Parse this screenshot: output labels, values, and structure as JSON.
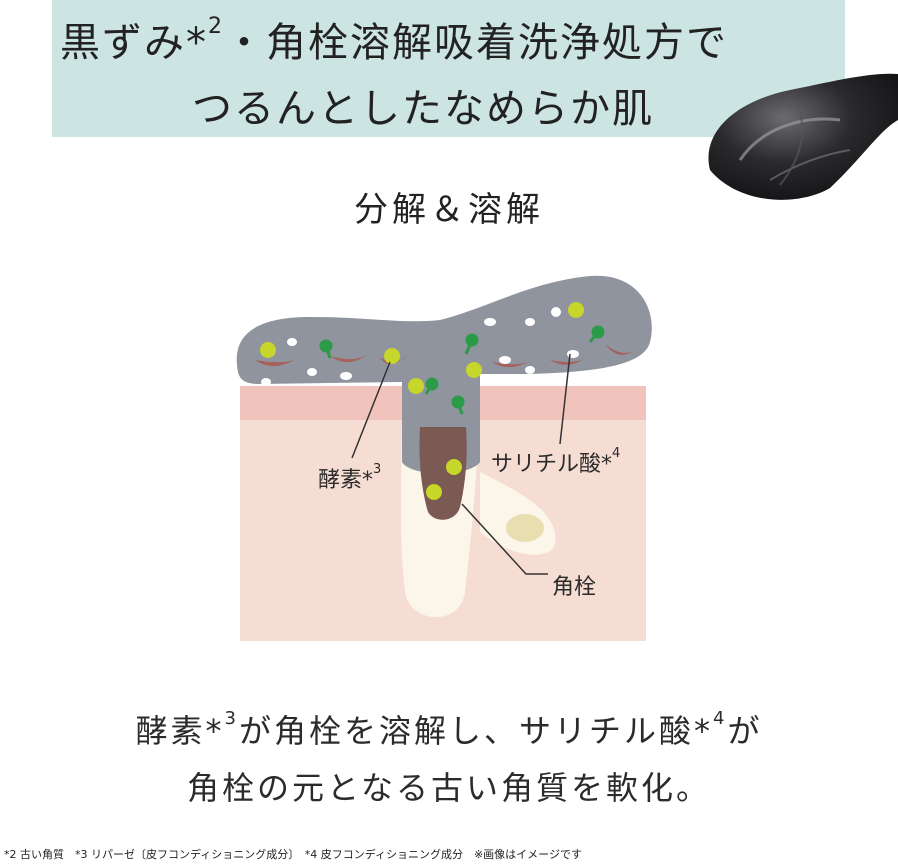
{
  "headline": {
    "line1_text": "黒ずみ",
    "line1_mark": "*",
    "line1_sup": "2",
    "line1_rest": "・角栓溶解吸着洗浄処方で",
    "line2": "つるんとしたなめらか肌"
  },
  "section_title": "分解＆溶解",
  "diagram_labels": {
    "enzyme": "酵素",
    "enzyme_mark": "*",
    "enzyme_sup": "3",
    "salicylic": "サリチル酸",
    "salicylic_mark": "*",
    "salicylic_sup": "4",
    "plug": "角栓"
  },
  "caption": {
    "line1_a": "酵素",
    "line1_a_mark": "*",
    "line1_a_sup": "3",
    "line1_b": "が角栓を溶解し、サリチル酸",
    "line1_b_mark": "*",
    "line1_b_sup": "4",
    "line1_c": "が",
    "line2": "角栓の元となる古い角質を軟化。"
  },
  "footnote": "*2 古い角質　*3 リパーゼ〔皮フコンディショニング成分〕　*4 皮フコンディショニング成分　※画像はイメージです",
  "colors": {
    "headline_band": "#cce4e2",
    "gel": "#8f949e",
    "skin_top": "#f0c4bc",
    "skin": "#f6ddd3",
    "plug": "#7b5a53",
    "enzyme": "#c6d62a",
    "salicylic": "#2b9b47"
  }
}
